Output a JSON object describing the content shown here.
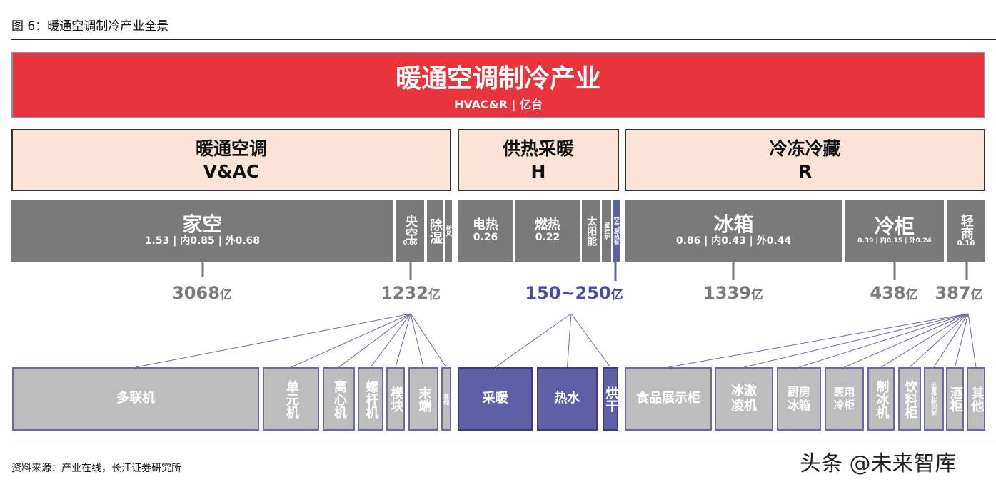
{
  "figure_title": "图 6：暖通空调制冷产业全景",
  "banner": {
    "title": "暖通空调制冷产业",
    "subtitle": "HVAC&R | 亿台"
  },
  "categories": [
    {
      "cn": "暖通空调",
      "en": "V&AC"
    },
    {
      "cn": "供热采暖",
      "en": "H"
    },
    {
      "cn": "冷冻冷藏",
      "en": "R"
    }
  ],
  "segments": [
    {
      "name": "家空",
      "value": "1.53 | 内0.85 | 外0.68"
    },
    {
      "name": "央空",
      "value": "0.06"
    },
    {
      "name": "除湿",
      "value": ""
    },
    {
      "name": "新风",
      "value": ""
    },
    {
      "name": "电热",
      "value": "0.26"
    },
    {
      "name": "燃热",
      "value": "0.22"
    },
    {
      "name": "太阳能",
      "value": ""
    },
    {
      "name": "壁挂炉",
      "value": ""
    },
    {
      "name": "空气源热泵",
      "value": ""
    },
    {
      "name": "冰箱",
      "value": "0.86 | 内0.43 | 外0.44"
    },
    {
      "name": "冷柜",
      "value": "0.39 | 内0.15 | 外0.24"
    },
    {
      "name": "轻商",
      "value": "0.16"
    }
  ],
  "market_sizes": [
    {
      "num": "3068",
      "unit": "亿"
    },
    {
      "num": "1232",
      "unit": "亿"
    },
    {
      "num": "150~250",
      "unit": "亿"
    },
    {
      "num": "1339",
      "unit": "亿"
    },
    {
      "num": "438",
      "unit": "亿"
    },
    {
      "num": "387",
      "unit": "亿"
    }
  ],
  "products": [
    "多联机",
    "单元机",
    "离心机",
    "螺杆机",
    "模块",
    "末端",
    "其他",
    "采暖",
    "热水",
    "烘干",
    "食品展示柜",
    "冰激凌机",
    "厨房冰箱",
    "医用冷柜",
    "制冰机",
    "饮料柜",
    "远置式陈列柜",
    "酒柜",
    "其他"
  ],
  "source": "资料来源：产业在线，长江证券研究所",
  "watermark": "头条 @未来智库",
  "colors": {
    "banner": "#e8343a",
    "category": "#fbe4d6",
    "segment": "#7a7a7a",
    "heat_pump": "#5f5fa8",
    "product": "#bdbdbd"
  }
}
